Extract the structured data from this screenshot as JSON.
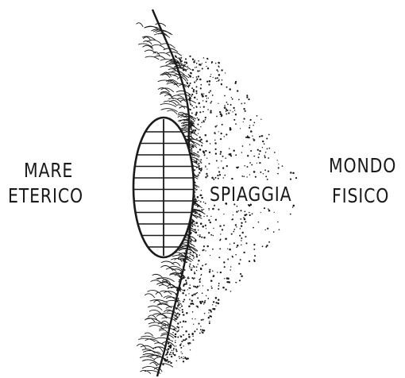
{
  "labels": {
    "left_line1": "MARE",
    "left_line2": "ETERICO",
    "middle": "SPIAGGIA",
    "right_line1": "MONDO",
    "right_line2": "FISICO"
  },
  "colors": {
    "ink": "#1a1a1a",
    "background": "#ffffff"
  }
}
